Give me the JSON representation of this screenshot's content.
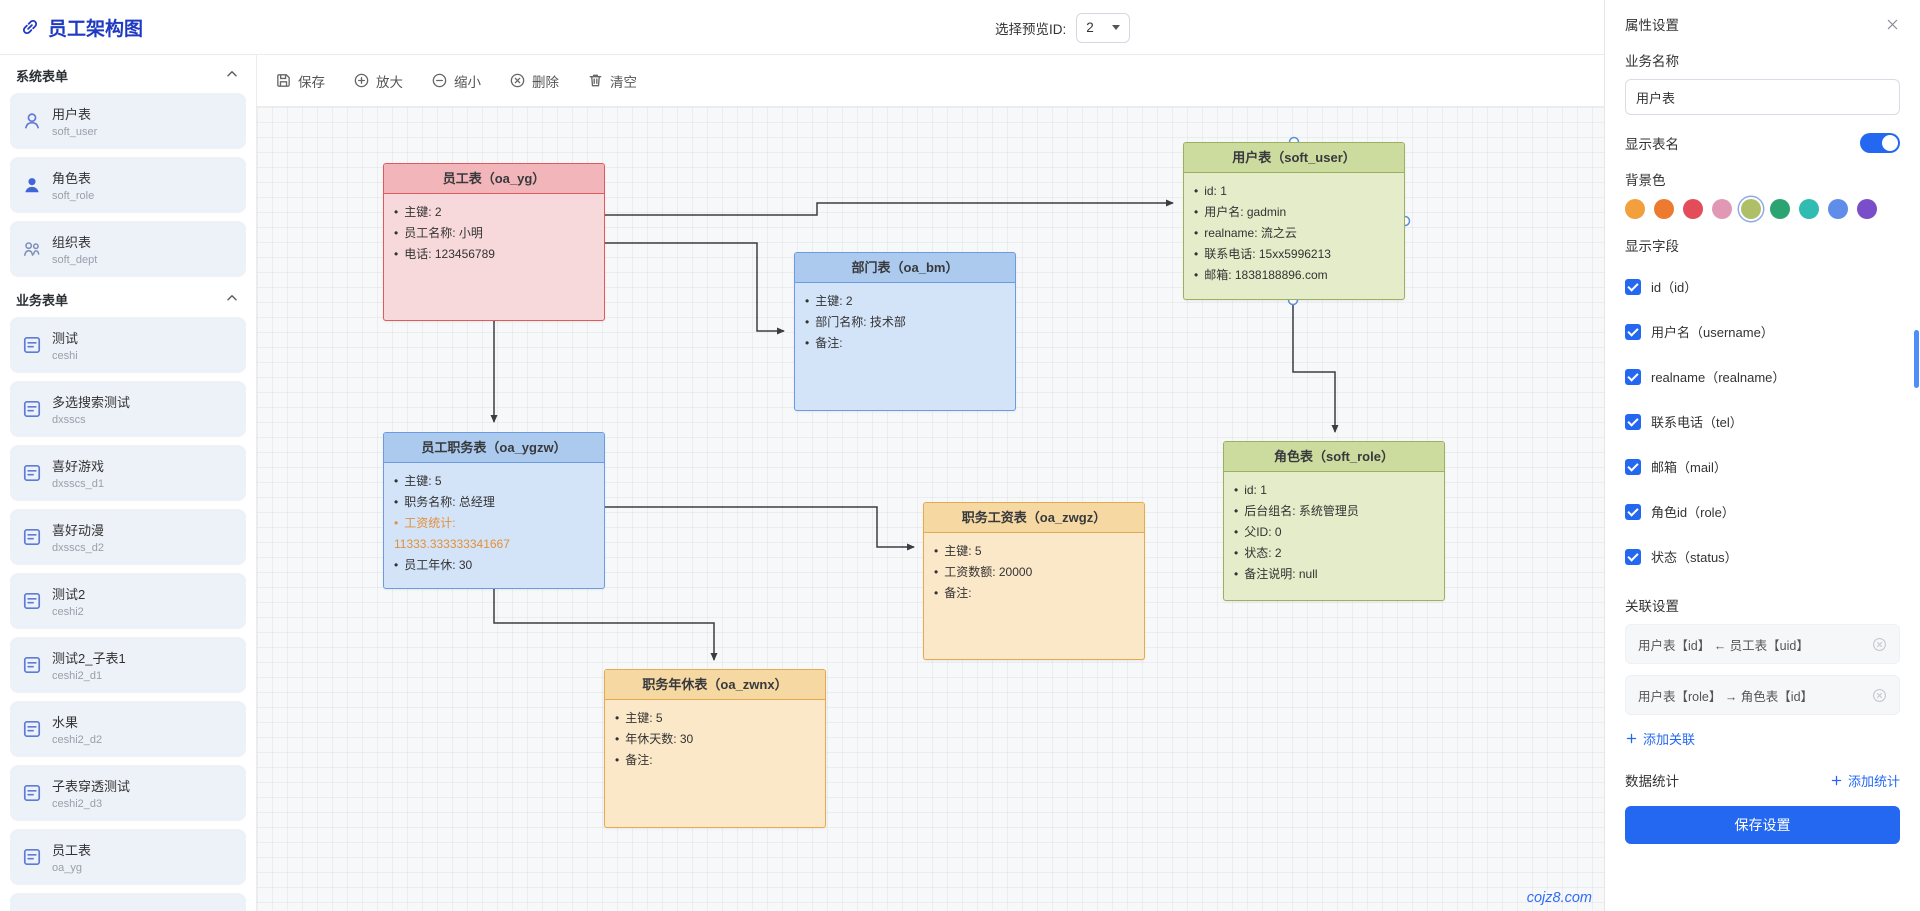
{
  "header": {
    "title": "员工架构图",
    "preview_label": "选择预览ID:",
    "preview_value": "2"
  },
  "toolbar": {
    "save": "保存",
    "zoom_in": "放大",
    "zoom_out": "缩小",
    "remove": "删除",
    "clear": "清空"
  },
  "sidebar": {
    "sections": [
      {
        "title": "系统表单",
        "items": [
          {
            "name": "用户表",
            "code": "soft_user"
          },
          {
            "name": "角色表",
            "code": "soft_role"
          },
          {
            "name": "组织表",
            "code": "soft_dept"
          }
        ]
      },
      {
        "title": "业务表单",
        "items": [
          {
            "name": "测试",
            "code": "ceshi"
          },
          {
            "name": "多选搜索测试",
            "code": "dxsscs"
          },
          {
            "name": "喜好游戏",
            "code": "dxsscs_d1"
          },
          {
            "name": "喜好动漫",
            "code": "dxsscs_d2"
          },
          {
            "name": "测试2",
            "code": "ceshi2"
          },
          {
            "name": "测试2_子表1",
            "code": "ceshi2_d1"
          },
          {
            "name": "水果",
            "code": "ceshi2_d2"
          },
          {
            "name": "子表穿透测试",
            "code": "ceshi2_d3"
          },
          {
            "name": "员工表",
            "code": "oa_yg"
          }
        ]
      }
    ]
  },
  "canvas": {
    "watermark": "cojz8.com",
    "nodes": [
      {
        "title": "员工表（oa_yg）",
        "color": "red",
        "fields": [
          "主键: 2",
          "员工名称: 小明",
          "电话: 123456789"
        ]
      },
      {
        "title": "部门表（oa_bm）",
        "color": "blue",
        "fields": [
          "主键: 2",
          "部门名称: 技术部",
          "备注:"
        ]
      },
      {
        "title": "用户表（soft_user）",
        "color": "green",
        "fields": [
          "id: 1",
          "用户名: gadmin",
          "realname: 流之云",
          "联系电话: 15xx5996213",
          "邮箱: 1838188896.com"
        ]
      },
      {
        "title": "员工职务表（oa_ygzw）",
        "color": "blue",
        "fields": [
          "主键: 5",
          "职务名称: 总经理",
          "工资统计:",
          "11333.333333341667",
          "员工年休: 30"
        ]
      },
      {
        "title": "职务工资表（oa_zwgz）",
        "color": "orange",
        "fields": [
          "主键: 5",
          "工资数额: 20000",
          "备注:"
        ]
      },
      {
        "title": "角色表（soft_role）",
        "color": "green",
        "fields": [
          "id: 1",
          "后台组名: 系统管理员",
          "父ID: 0",
          "状态: 2",
          "备注说明: null"
        ]
      },
      {
        "title": "职务年休表（oa_zwnx）",
        "color": "orange",
        "fields": [
          "主键: 5",
          "年休天数: 30",
          "备注:"
        ]
      }
    ]
  },
  "panel": {
    "title": "属性设置",
    "name_label": "业务名称",
    "name_value": "用户表",
    "show_table_label": "显示表名",
    "bg_label": "背景色",
    "swatches": [
      "#f2a03d",
      "#ed7b2f",
      "#e34d59",
      "#e198b4",
      "#aebf67",
      "#2ba471",
      "#30bcb0",
      "#618dea",
      "#7a4dc9"
    ],
    "selected_swatch_index": 4,
    "fields_label": "显示字段",
    "fields": [
      "id（id）",
      "用户名（username）",
      "realname（realname）",
      "联系电话（tel）",
      "邮箱（mail）",
      "角色id（role）",
      "状态（status）"
    ],
    "relations_label": "关联设置",
    "relations": [
      "用户表【id】 ← 员工表【uid】",
      "用户表【role】 → 角色表【id】"
    ],
    "add_relation": "添加关联",
    "stats_label": "数据统计",
    "add_stats": "添加统计",
    "save_button": "保存设置"
  }
}
